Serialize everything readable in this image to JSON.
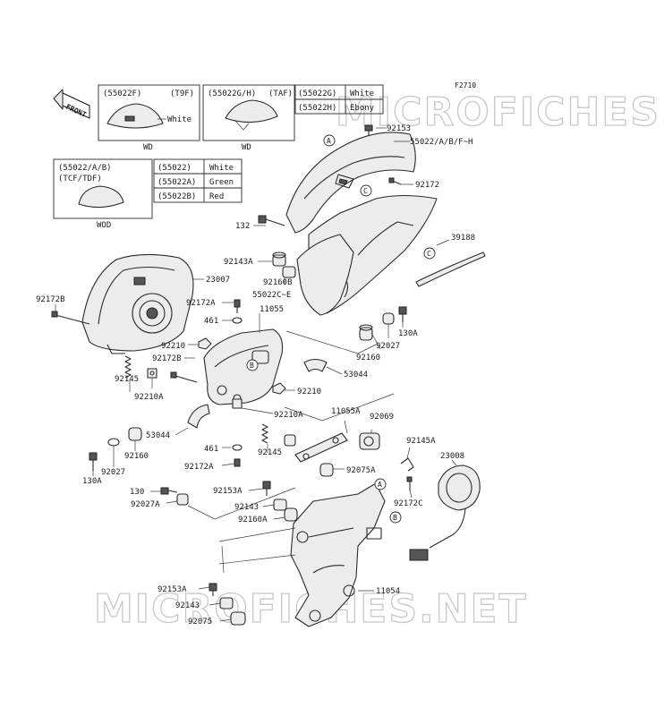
{
  "diagram_id": "F2710",
  "watermark": "MICROFICHES.NET",
  "front_label": "FRONT",
  "variant_boxes": {
    "t9f": {
      "part": "(55022F)",
      "code": "(T9F)",
      "color": "White",
      "caption": "WD"
    },
    "taf": {
      "part": "(55022G/H)",
      "code": "(TAF)",
      "caption": "WD"
    },
    "tcf": {
      "part": "(55022/A/B)",
      "code": "(TCF/TDF)",
      "caption": "WOD"
    }
  },
  "color_tables": {
    "taf": [
      {
        "part": "(55022G)",
        "color": "White"
      },
      {
        "part": "(55022H)",
        "color": "Ebony"
      }
    ],
    "tcf": [
      {
        "part": "(55022)",
        "color": "White"
      },
      {
        "part": "(55022A)",
        "color": "Green"
      },
      {
        "part": "(55022B)",
        "color": "Red"
      }
    ]
  },
  "callouts": {
    "a": "A",
    "b": "B",
    "c": "C"
  },
  "labels": {
    "p92153_top": "92153",
    "p55022": "55022/A/B/F~H",
    "p92172_top": "92172",
    "p39188": "39188",
    "p132": "132",
    "p92143A": "92143A",
    "p92160B": "92160B",
    "p55022C": "55022C~E",
    "p23007": "23007",
    "p92172B_left": "92172B",
    "p92172A_top": "92172A",
    "p461_top": "461",
    "p11055": "11055",
    "p92210_left": "92210",
    "p92172B_mid": "92172B",
    "p130A_right": "130A",
    "p92027_right": "92027",
    "p92160_right": "92160",
    "p53044_right": "53044",
    "p92145_left": "92145",
    "p92210A_left": "92210A",
    "p92210_right": "92210",
    "p92210A_right": "92210A",
    "p53044_left": "53044",
    "p11055A": "11055A",
    "p92069": "92069",
    "p92160_left": "92160",
    "p461_bottom": "461",
    "p92145_mid": "92145",
    "p92145A": "92145A",
    "p92027_left": "92027",
    "p130A_left": "130A",
    "p92172A_bottom": "92172A",
    "p92075A": "92075A",
    "p23008": "23008",
    "p92153A_mid": "92153A",
    "p130": "130",
    "p92143_mid": "92143",
    "p92027A": "92027A",
    "p92160A": "92160A",
    "p92172C": "92172C",
    "p92153A_bottom": "92153A",
    "p11054": "11054",
    "p92143_bottom": "92143",
    "p92075": "92075"
  }
}
